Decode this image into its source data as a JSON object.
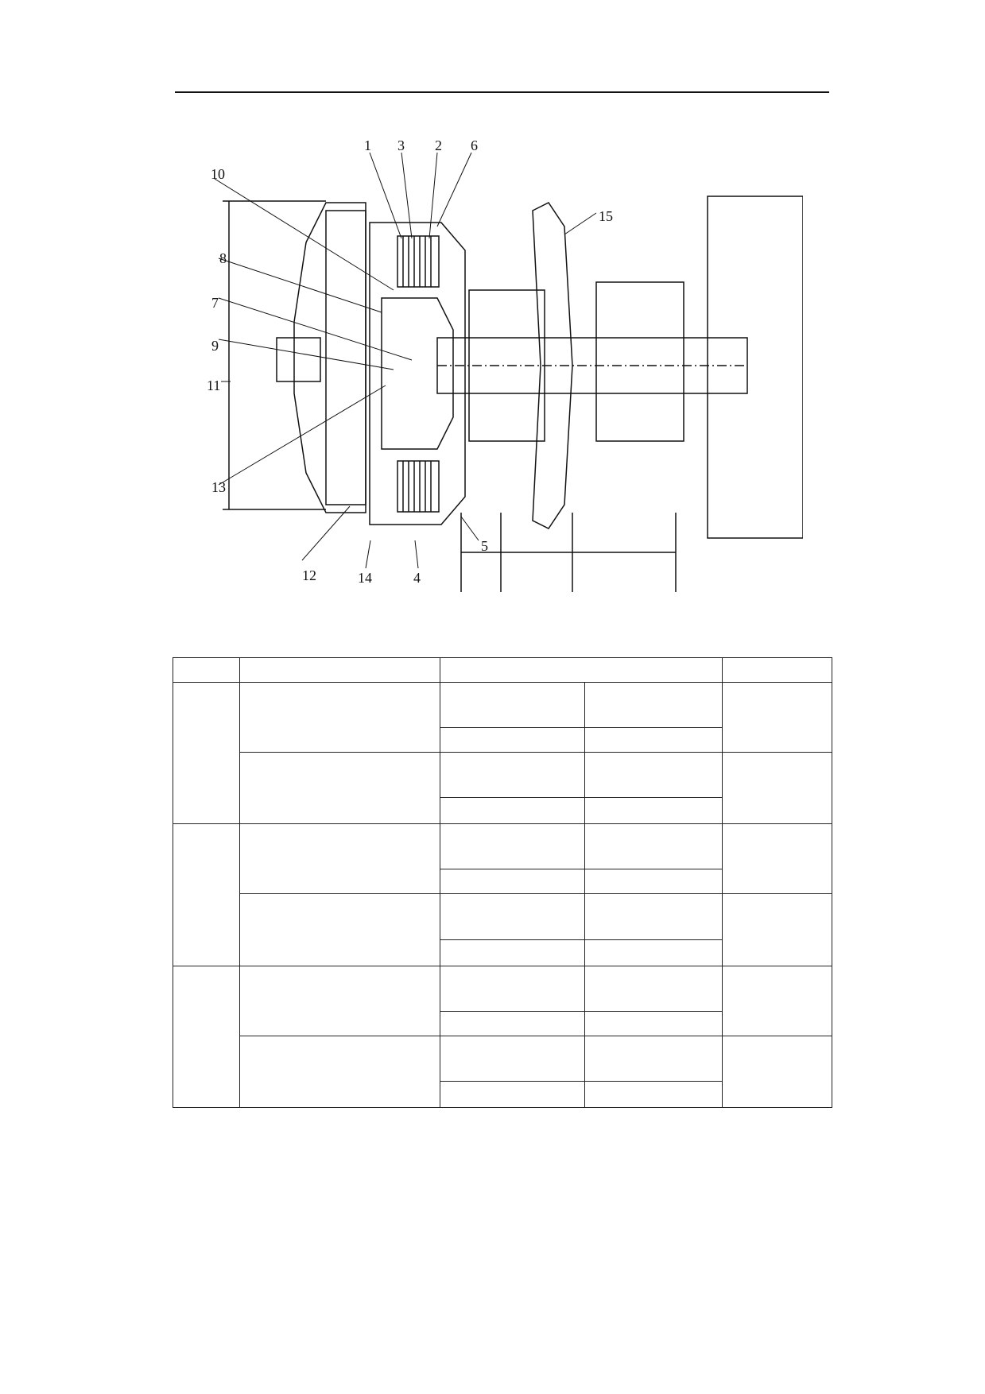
{
  "figure": {
    "callouts": [
      {
        "id": "c1",
        "text": "1"
      },
      {
        "id": "c2",
        "text": "2"
      },
      {
        "id": "c3",
        "text": "3"
      },
      {
        "id": "c4",
        "text": "4"
      },
      {
        "id": "c5",
        "text": "5"
      },
      {
        "id": "c6",
        "text": "6"
      },
      {
        "id": "c7",
        "text": "7"
      },
      {
        "id": "c8",
        "text": "8"
      },
      {
        "id": "c9",
        "text": "9"
      },
      {
        "id": "c10",
        "text": "10"
      },
      {
        "id": "c11",
        "text": "11"
      },
      {
        "id": "c12",
        "text": "12"
      },
      {
        "id": "c13",
        "text": "13"
      },
      {
        "id": "c14",
        "text": "14"
      },
      {
        "id": "c15",
        "text": "15"
      }
    ]
  },
  "table": {
    "header": [
      "",
      "",
      "",
      ""
    ],
    "groups": [
      {
        "label": "",
        "rows": [
          {
            "item": "",
            "lines": [
              [
                "",
                ""
              ],
              [
                "",
                ""
              ]
            ],
            "note": ""
          },
          {
            "item": "",
            "lines": [
              [
                "",
                ""
              ],
              [
                "",
                ""
              ]
            ],
            "note": ""
          }
        ]
      },
      {
        "label": "",
        "rows": [
          {
            "item": "",
            "lines": [
              [
                "",
                ""
              ],
              [
                "",
                ""
              ]
            ],
            "note": ""
          },
          {
            "item": "",
            "lines": [
              [
                "",
                ""
              ],
              [
                "",
                ""
              ]
            ],
            "note": ""
          }
        ]
      },
      {
        "label": "",
        "rows": [
          {
            "item": "",
            "lines": [
              [
                "",
                ""
              ],
              [
                "",
                ""
              ]
            ],
            "note": ""
          },
          {
            "item": "",
            "lines": [
              [
                "",
                ""
              ],
              [
                "",
                ""
              ]
            ],
            "note": ""
          }
        ]
      }
    ]
  }
}
